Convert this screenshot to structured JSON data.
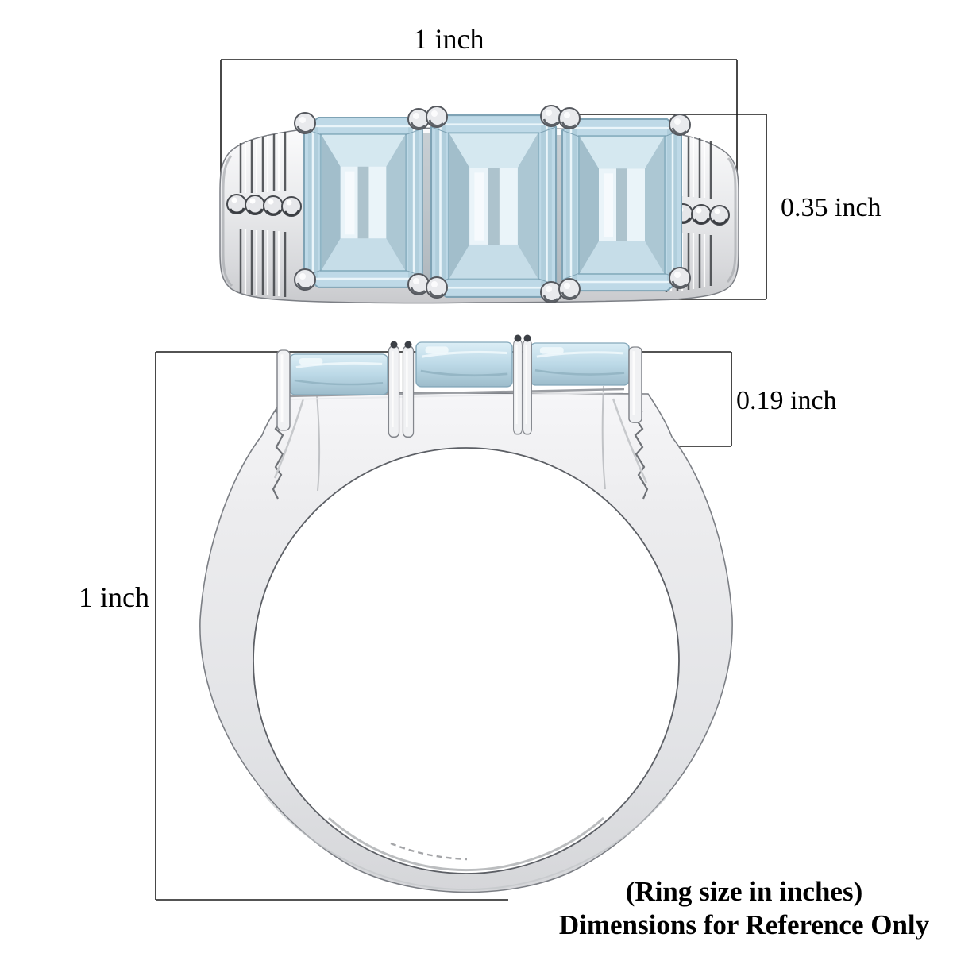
{
  "figure": {
    "background_color": "#ffffff",
    "labels": {
      "top_width": "1 inch",
      "top_band_height": "0.35 inch",
      "side_setting_height": "0.19 inch",
      "side_height": "1 inch"
    },
    "footnote": {
      "line1": "(Ring size in inches)",
      "line2": "Dimensions for Reference Only"
    },
    "colors": {
      "background": "#ffffff",
      "text": "#000000",
      "dimension_line": "#1a1a1a",
      "gemstone_mid": "#bed9e7",
      "gemstone_light": "#eaf4f9",
      "gemstone_shadow": "#9fbbc9",
      "metal_light": "#f8f8fa",
      "metal_mid": "#dcdde0",
      "metal_dark": "#7c7f85"
    }
  }
}
